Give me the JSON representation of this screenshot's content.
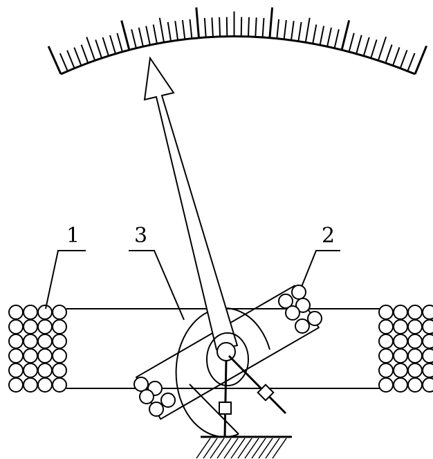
{
  "labels": {
    "coil": "1",
    "moving_coil": "2",
    "vane": "3"
  },
  "colors": {
    "ink": "#000000",
    "paper": "#ffffff"
  }
}
